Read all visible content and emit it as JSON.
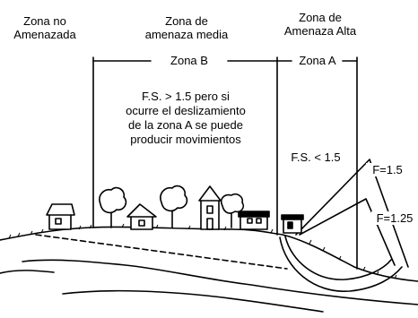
{
  "zones": {
    "no_threat": {
      "line1": "Zona no",
      "line2": "Amenazada"
    },
    "medium": {
      "line1": "Zona de",
      "line2": "amenaza media",
      "name": "Zona B"
    },
    "high": {
      "line1": "Zona de",
      "line2": "Amenaza Alta",
      "name": "Zona A"
    }
  },
  "notes": {
    "zone_b": [
      "F.S. > 1.5 pero si",
      "ocurre el deslizamiento",
      "de la zona A se puede",
      "producir  movimientos"
    ],
    "zone_a": "F.S. < 1.5"
  },
  "factors": {
    "f1": "F=1.5",
    "f2": "F=1.25"
  },
  "colors": {
    "ink": "#000000",
    "paper": "#ffffff"
  }
}
